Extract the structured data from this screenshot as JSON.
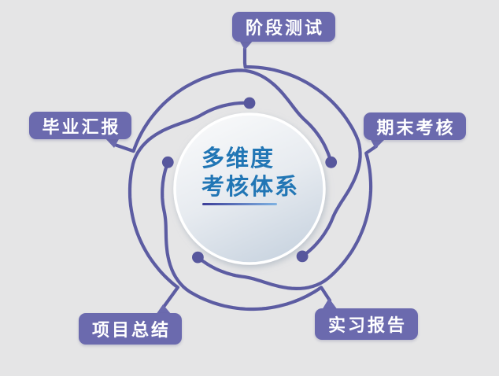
{
  "diagram_title": {
    "line1": "多维度",
    "line2": "考核体系"
  },
  "labels": [
    {
      "id": "stage-test",
      "text": "阶段测试"
    },
    {
      "id": "final-exam",
      "text": "期末考核"
    },
    {
      "id": "internship-report",
      "text": "实习报告"
    },
    {
      "id": "project-summary",
      "text": "项目总结"
    },
    {
      "id": "graduation-presentation",
      "text": "毕业汇报"
    }
  ],
  "colors": {
    "background": "#e5e5e6",
    "arc_stroke": "#5c5ca2",
    "dot_fill": "#57579d",
    "label_background": "#6b6aae",
    "label_text": "#ffffff",
    "center_text": "#2176b5",
    "underline_from": "#3c3e99",
    "underline_to": "#7fb2e2",
    "circle_rim": "#ffffff",
    "circle_gradient_top": "#f8f9fa",
    "circle_gradient_mid": "#e7ebf0",
    "circle_gradient_bottom": "#c9d4e0"
  }
}
